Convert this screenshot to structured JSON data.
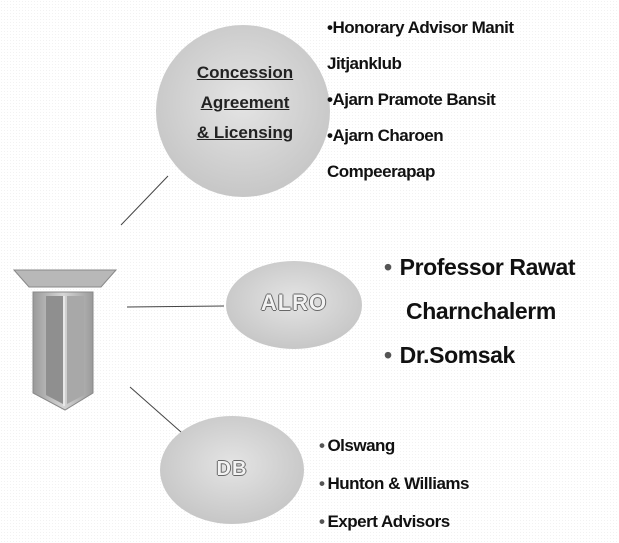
{
  "nodes": {
    "concession": {
      "label_lines": [
        "Concession",
        "Agreement",
        "& Licensing"
      ],
      "members": [
        "•Honorary Advisor Manit",
        "Jitjanklub",
        "•Ajarn Pramote Bansit",
        "•Ajarn Charoen",
        "Compeerapap"
      ]
    },
    "alro": {
      "label": "ALRO",
      "members": [
        "Professor Rawat",
        "Charnchalerm",
        "Dr.Somsak"
      ]
    },
    "db": {
      "label": "DB",
      "members": [
        "Olswang",
        "Hunton  & Williams",
        "Expert Advisors"
      ]
    }
  },
  "bullet_char": "•",
  "colors": {
    "circle_fill": "#d0d0d0",
    "logo_dark": "#8c8c8c",
    "logo_light": "#d9d9d9",
    "line": "#444444"
  }
}
